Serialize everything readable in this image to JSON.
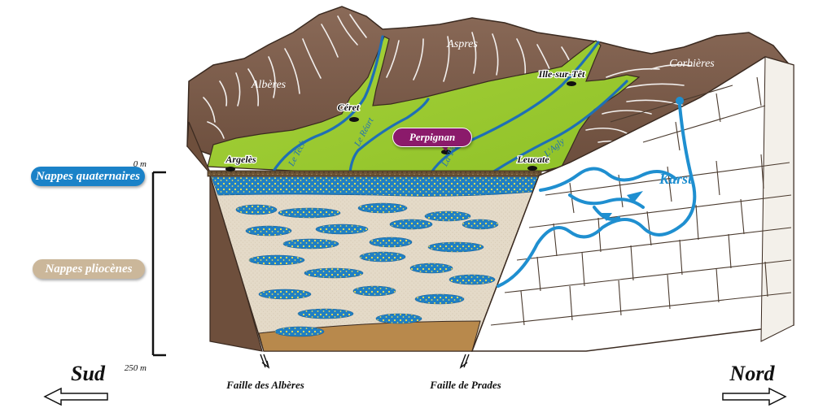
{
  "legend": {
    "quaternary": "Nappes quaternaires",
    "pliocene": "Nappes pliocènes"
  },
  "scale": {
    "top": "0 m",
    "bottom": "250 m"
  },
  "directions": {
    "south": "Sud",
    "north": "Nord"
  },
  "faults": {
    "left": "Faille des Albères",
    "right": "Faille de Prades"
  },
  "mountains": {
    "alberes": "Albères",
    "aspres": "Aspres",
    "corbieres": "Corbières"
  },
  "towns": {
    "ceret": "Céret",
    "ille": "Ille-sur-Têt",
    "perpignan": "Perpignan",
    "argeles": "Argelès",
    "leucate": "Leucate"
  },
  "rivers": {
    "tech": "Le Tech",
    "reart": "Le Réart",
    "tet": "La Têt",
    "agly": "L'Agly"
  },
  "karst": "Karst",
  "colors": {
    "mountain": "#7a5a48",
    "plain": "#9ccc2c",
    "water": "#1f8fd0",
    "pliocene_pill": "#cbb79a",
    "quaternary_pill": "#1a82c8",
    "perpignan_badge": "#8b1a6b",
    "sediment": "#e2d8c6",
    "base_clay": "#b58a4e",
    "limestone": "#ffffff"
  }
}
